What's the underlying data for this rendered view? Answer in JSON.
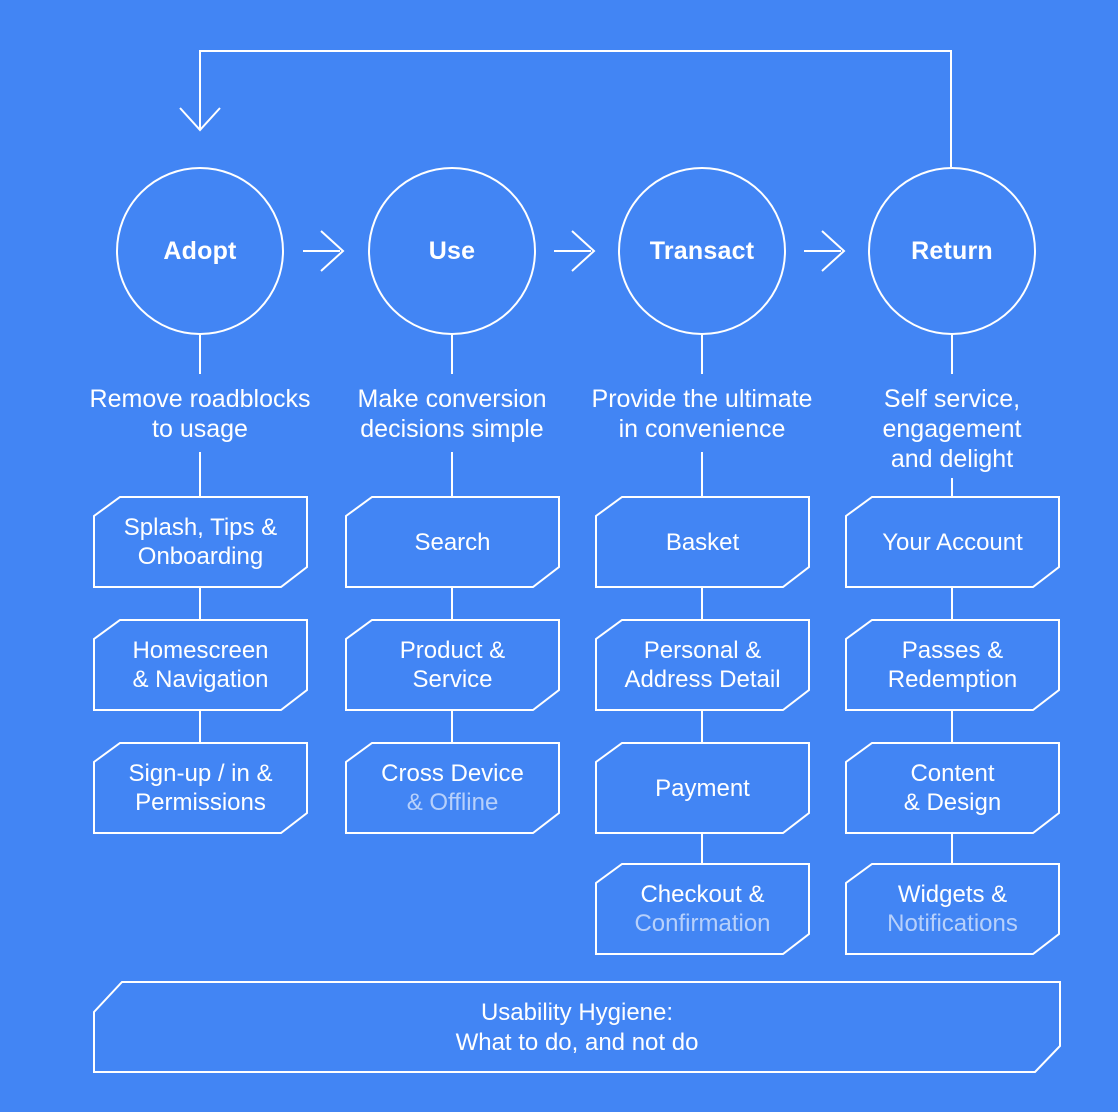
{
  "colors": {
    "background": "#4285f4",
    "stroke": "#ffffff",
    "text": "#ffffff",
    "dim_text": "rgba(255,255,255,0.62)"
  },
  "stages": [
    {
      "label": "Adopt",
      "description_lines": [
        "Remove roadblocks",
        "to usage"
      ],
      "boxes": [
        {
          "lines": [
            "Splash, Tips &",
            "Onboarding"
          ],
          "dim_lines": []
        },
        {
          "lines": [
            "Homescreen",
            "& Navigation"
          ],
          "dim_lines": []
        },
        {
          "lines": [
            "Sign-up / in &",
            "Permissions"
          ],
          "dim_lines": []
        }
      ]
    },
    {
      "label": "Use",
      "description_lines": [
        "Make conversion",
        "decisions simple"
      ],
      "boxes": [
        {
          "lines": [
            "Search"
          ],
          "dim_lines": []
        },
        {
          "lines": [
            "Product &",
            "Service"
          ],
          "dim_lines": []
        },
        {
          "lines": [
            "Cross Device",
            "& Offline"
          ],
          "dim_lines": [
            1
          ]
        }
      ]
    },
    {
      "label": "Transact",
      "description_lines": [
        "Provide the ultimate",
        "in convenience"
      ],
      "boxes": [
        {
          "lines": [
            "Basket"
          ],
          "dim_lines": []
        },
        {
          "lines": [
            "Personal &",
            "Address Detail"
          ],
          "dim_lines": []
        },
        {
          "lines": [
            "Payment"
          ],
          "dim_lines": []
        },
        {
          "lines": [
            "Checkout &",
            "Confirmation"
          ],
          "dim_lines": [
            1
          ]
        }
      ]
    },
    {
      "label": "Return",
      "description_lines": [
        "Self service,",
        "engagement",
        "and delight"
      ],
      "boxes": [
        {
          "lines": [
            "Your Account"
          ],
          "dim_lines": []
        },
        {
          "lines": [
            "Passes &",
            "Redemption"
          ],
          "dim_lines": []
        },
        {
          "lines": [
            "Content",
            "& Design"
          ],
          "dim_lines": []
        },
        {
          "lines": [
            "Widgets &",
            "Notifications"
          ],
          "dim_lines": [
            1
          ]
        }
      ]
    }
  ],
  "footer": {
    "lines": [
      "Usability Hygiene:",
      "What to do, and not do"
    ]
  }
}
